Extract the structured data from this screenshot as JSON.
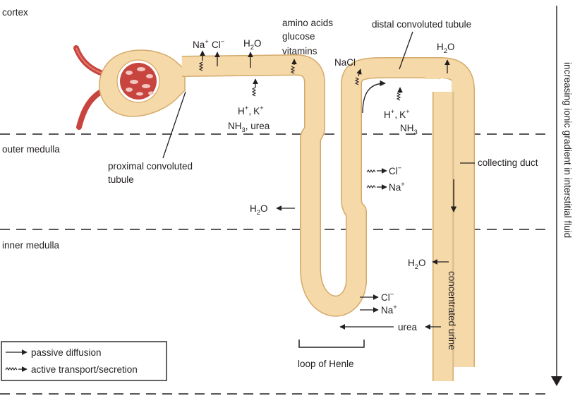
{
  "zones": {
    "cortex": "cortex",
    "outer_medulla": "outer medulla",
    "inner_medulla": "inner medulla"
  },
  "side_label": "increasing ionic gradient in interstitial fluid",
  "labels": {
    "proximal_line1": "proximal convoluted",
    "proximal_line2": "tubule",
    "distal": "distal convoluted tubule",
    "collecting_duct": "collecting duct",
    "loop_of_henle": "loop of Henle",
    "concentrated_urine": "concentrated urine",
    "amino_acids": "amino acids",
    "glucose": "glucose",
    "vitamins": "vitamins",
    "nh3_urea": "NH",
    "nh3_urea_sub": "3",
    "nh3_urea_tail": ", urea",
    "urea": "urea",
    "nacl": "NaCl"
  },
  "ions": {
    "na": "Na",
    "cl": "Cl",
    "h": "H",
    "k": "K",
    "plus": "+",
    "minus": "−",
    "comma": ",",
    "h2o_h": "H",
    "h2o_sub": "2",
    "h2o_o": "O",
    "nh": "NH",
    "nh_sub": "3"
  },
  "legend": {
    "passive": "passive diffusion",
    "active": "active transport/secretion"
  },
  "colors": {
    "tubule_fill": "#f6d9a8",
    "tubule_stroke": "#d4a96a",
    "vessel": "#c8453f",
    "vessel_light": "#e27a6c",
    "ink": "#231f20"
  }
}
